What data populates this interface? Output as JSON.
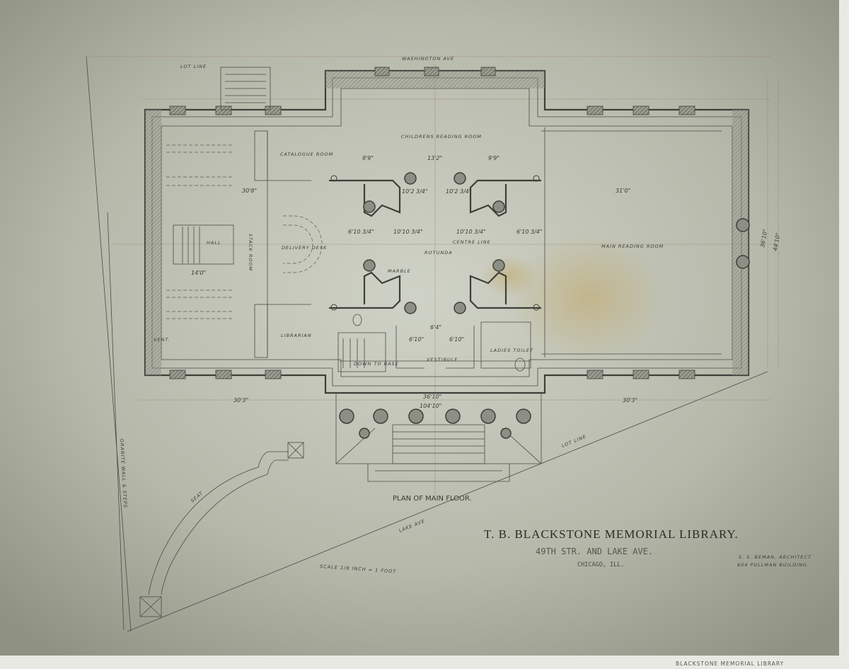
{
  "drawing": {
    "title": "T. B. BLACKSTONE MEMORIAL LIBRARY.",
    "address": "49TH STR. AND LAKE AVE.",
    "city": "CHICAGO, ILL.",
    "architect_line1": "S. S. BEMAN, ARCHITECT",
    "architect_line2": "604 PULLMAN BUILDING.",
    "plan_title": "PLAN OF MAIN FLOOR.",
    "scale": "SCALE 1/8 INCH = 1 FOOT",
    "bottom_caption": "BLACKSTONE MEMORIAL LIBRARY",
    "paper_color": "#b4b6a8",
    "ink_color": "#3d3f39"
  },
  "streets": {
    "top": "WASHINGTON AVE",
    "bottom": "LAKE AVE",
    "lot_line": "LOT LINE",
    "granite_wall": "GRANITE WALL & STEPS",
    "seat": "SEAT"
  },
  "rooms": {
    "childrens": "CHILDRENS READING ROOM",
    "catalogue": "CATALOGUE ROOM",
    "delivery": "DELIVERY DESK",
    "stack": "STACK ROOM",
    "hall": "HALL",
    "librarian": "LIBRARIAN",
    "rotunda": "ROTUNDA",
    "centre_line": "CENTRE LINE",
    "main_reading": "MAIN READING ROOM",
    "vestibule": "VESTIBULE",
    "ladies_toilet": "LADIES TOILET",
    "down_to_base": "DOWN TO BASE",
    "vent": "VENT.",
    "marble": "MARBLE"
  },
  "dimensions": {
    "stack_width": "30'8\"",
    "hall_width": "14'0\"",
    "main_width": "31'0\"",
    "centre": "13'2\"",
    "bay_left": "9'9\"",
    "bay_right": "9'9\"",
    "rot_left": "10'10 3/4\"",
    "rot_right": "10'10 3/4\"",
    "side_left": "6'10 3/4\"",
    "side_right": "6'10 3/4\"",
    "pier_left": "10'2 3/4\"",
    "pier_right": "10'2 3/4\"",
    "portico": "36'10\"",
    "overall": "104'10\"",
    "wing_left": "30'3\"",
    "wing_right": "30'3\"",
    "depth": "36'10\"",
    "depth_overall": "44'10\"",
    "vest_left": "6'10\"",
    "vest_right": "6'10\"",
    "vest_centre": "6'4\""
  }
}
